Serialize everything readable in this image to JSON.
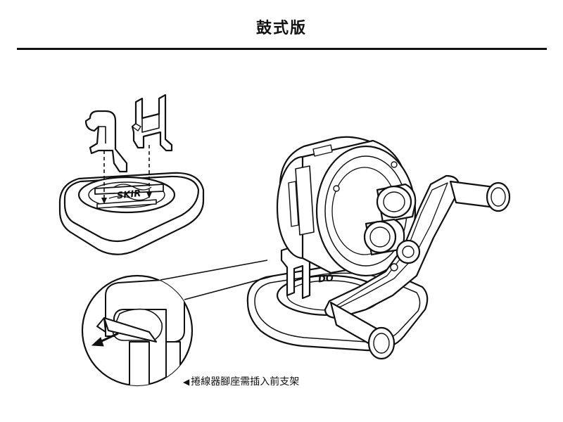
{
  "header": {
    "title": "鼓式版"
  },
  "caption": {
    "marker": "◀",
    "text": "捲線器腳座需插入前支架"
  },
  "decor": {
    "logo_text_small": "SKIR",
    "logo_text_reel": "DO"
  }
}
